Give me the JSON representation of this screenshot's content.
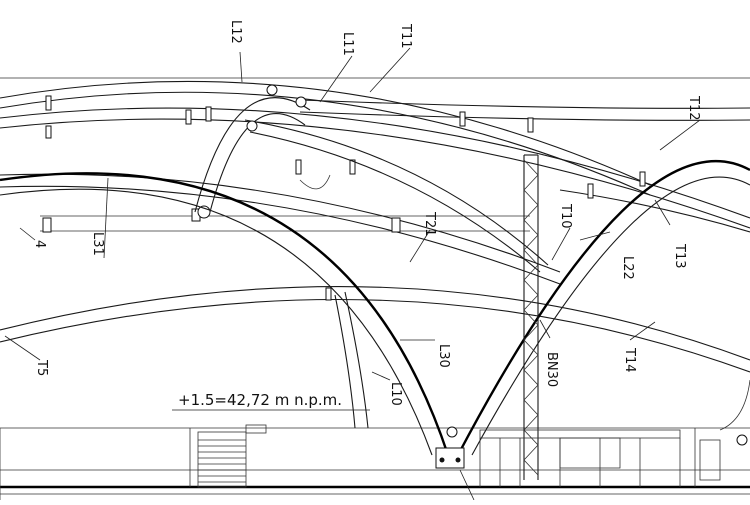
{
  "drawing": {
    "background": "#ffffff",
    "line_color": "#1a1a1a",
    "elevation_note": "+1.5=42,72  m  n.p.m.",
    "labels": {
      "L12": "L12",
      "L11": "L11",
      "T11": "T11",
      "T12": "T12",
      "T10": "T10",
      "T21": "T21",
      "L22": "L22",
      "T13": "T13",
      "L31": "L31",
      "T4": "4",
      "T5": "T5",
      "L30": "L30",
      "L10": "L10",
      "BN30": "BN30",
      "T14": "T14"
    }
  }
}
